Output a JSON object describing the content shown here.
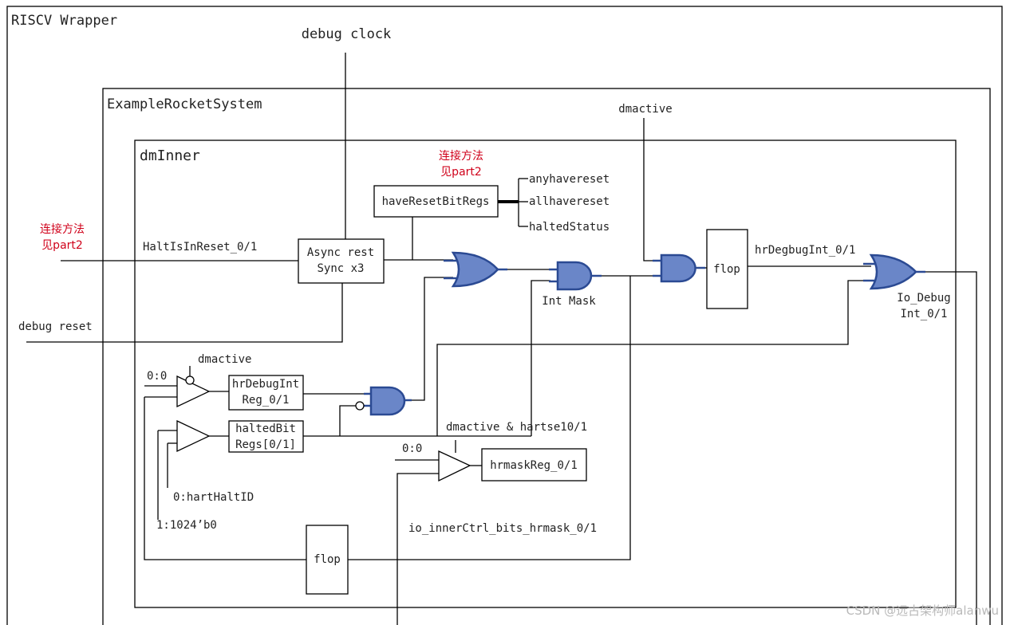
{
  "frames": {
    "outer": "RISCV Wrapper",
    "system": "ExampleRocketSystem",
    "inner": "dmInner"
  },
  "signals": {
    "debug_clock": "debug clock",
    "debug_reset": "debug reset",
    "dmactive_top": "dmactive",
    "halt_in_reset": "HaltIsInReset_0/1",
    "anyhavereset": "anyhavereset",
    "allhavereset": "allhavereset",
    "halted_status": "haltedStatus",
    "hr_debug_int": "hrDegbugInt_0/1",
    "dmactive_small": "dmactive",
    "zero_a": "0:0",
    "zero_b": "0:0",
    "hart_halt_id": "0:hartHaltID",
    "b0": "1:1024’b0",
    "dmactive_hartsel": "dmactive & hartse10/1",
    "io_inner": "io_innerCtrl_bits_hrmask_0/1"
  },
  "blocks": {
    "async_1": "Async rest",
    "async_2": "Sync x3",
    "have_reset": "haveResetBitRegs",
    "flop_top": "flop",
    "flop_bottom": "flop",
    "hr_debug_reg_1": "hrDebugInt",
    "hr_debug_reg_2": "Reg_0/1",
    "halted_bit_1": "haltedBit",
    "halted_bit_2": "Regs[0/1]",
    "hrmask_reg": "hrmaskReg_0/1",
    "int_mask": "Int Mask",
    "io_debug_1": "Io_Debug",
    "io_debug_2": "Int_0/1"
  },
  "notes": {
    "note_top_1": "连接方法",
    "note_top_2": "见part2",
    "note_left_1": "连接方法",
    "note_left_2": "见part2"
  },
  "watermark": "CSDN @远古架构师alanwu",
  "colors": {
    "gate_fill": "#6a86c8",
    "gate_stroke": "#2b4a93",
    "note_red": "#d0021b"
  }
}
